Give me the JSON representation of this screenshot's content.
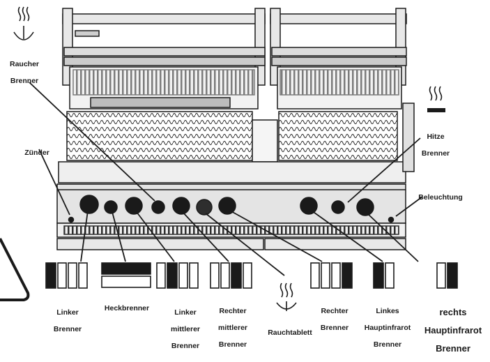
{
  "labels": {
    "raucher_brenner": {
      "line1": "Raucher",
      "line2": "Brenner"
    },
    "zuender": "Zünder",
    "hitze_brenner": {
      "line1": "Hitze",
      "line2": "Brenner"
    },
    "beleuchtung": "Beleuchtung",
    "linker_brenner": {
      "line1": "Linker",
      "line2": "Brenner"
    },
    "heckbrenner": "Heckbrenner",
    "linker_mittlerer_brenner": {
      "line1": "Linker",
      "line2": "mittlerer",
      "line3": "Brenner"
    },
    "rechter_mittlerer_brenner": {
      "line1": "Rechter",
      "line2": "mittlerer",
      "line3": "Brenner"
    },
    "rauchtablett": "Rauchtablett",
    "rechter_brenner": {
      "line1": "Rechter",
      "line2": "Brenner"
    },
    "linkes_hauptinfrarot_brenner": {
      "line1": "Linkes",
      "line2": "Hauptinfrarot",
      "line3": "Brenner"
    },
    "rechts_hauptinfrarot_brenner": {
      "line1": "rechts",
      "line2": "Hauptinfrarot",
      "line3": "Brenner"
    }
  },
  "icons": {
    "smoke_burner_icon": "smoke-burner-icon",
    "heat_burner_icon": "heat-burner-icon",
    "smoke_tray_icon": "smoke-tray-icon",
    "burner_position_icons": "burner-position-icon"
  },
  "colors": {
    "outline": "#1a1a1a",
    "body_gray": "#d9d9d9",
    "dark_fill": "#1a1a1a"
  }
}
